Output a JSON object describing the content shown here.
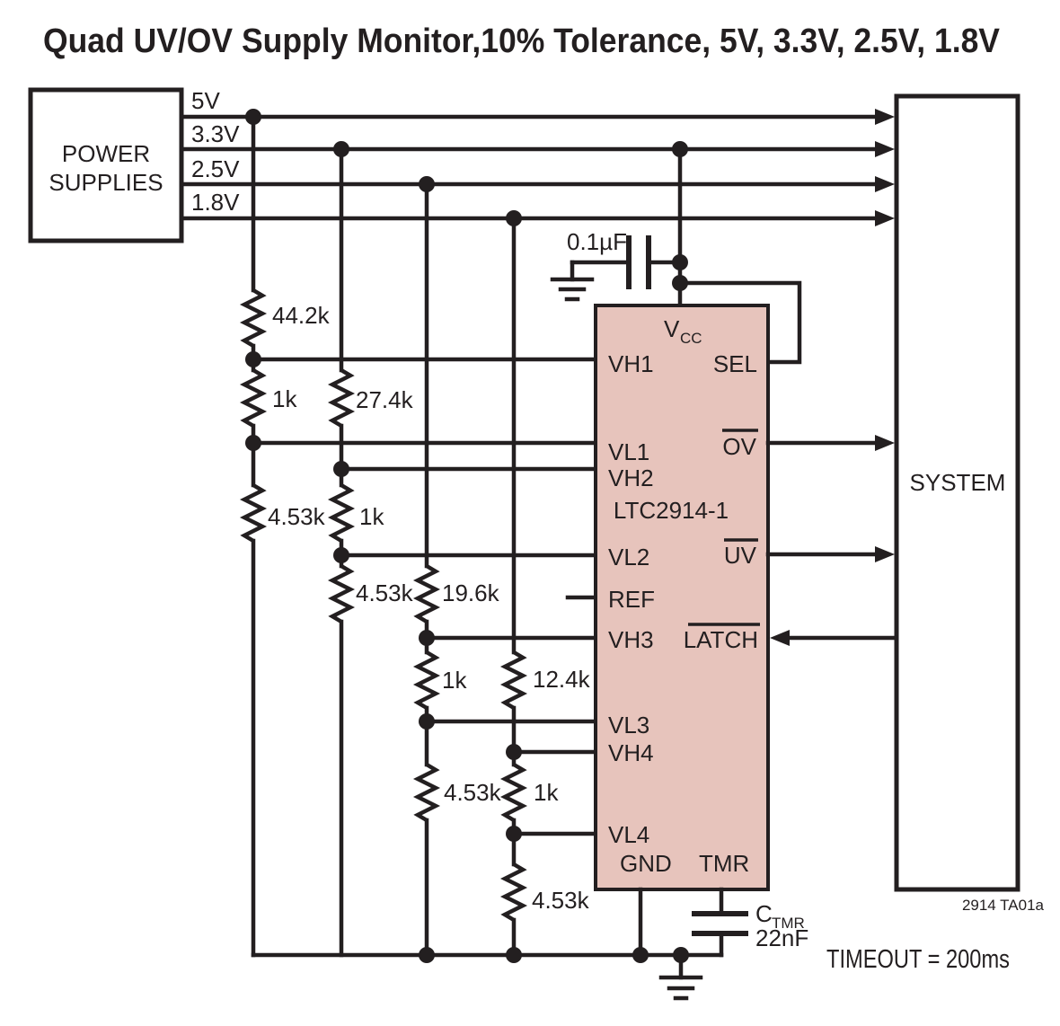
{
  "title": "Quad UV/OV Supply Monitor,10% Tolerance, 5V, 3.3V, 2.5V, 1.8V",
  "power_supplies": {
    "line1": "POWER",
    "line2": "SUPPLIES"
  },
  "rails": [
    {
      "name": "5V"
    },
    {
      "name": "3.3V"
    },
    {
      "name": "2.5V"
    },
    {
      "name": "1.8V"
    }
  ],
  "system": {
    "label": "SYSTEM"
  },
  "ic": {
    "part": "LTC2914-1",
    "vcc": {
      "main": "V",
      "sub": "CC"
    },
    "pins": {
      "vh1": "VH1",
      "vl1": "VL1",
      "vh2": "VH2",
      "vl2": "VL2",
      "ref": "REF",
      "vh3": "VH3",
      "vl3": "VL3",
      "vh4": "VH4",
      "vl4": "VL4",
      "sel": "SEL",
      "ov": "OV",
      "uv": "UV",
      "latch": "LATCH",
      "gnd": "GND",
      "tmr": "TMR"
    }
  },
  "dividers": {
    "d5v": {
      "top": "44.2k",
      "mid": "1k",
      "bot": "4.53k"
    },
    "d3v3": {
      "top": "27.4k",
      "mid": "1k",
      "bot": "4.53k"
    },
    "d2v5": {
      "top": "19.6k",
      "mid": "1k",
      "bot": "4.53k"
    },
    "d1v8": {
      "top": "12.4k",
      "mid": "1k",
      "bot": "4.53k"
    }
  },
  "capacitors": {
    "bypass": "0.1µF",
    "timer": {
      "main": "C",
      "sub": "TMR",
      "value": "22nF"
    }
  },
  "annotations": {
    "timeout": "TIMEOUT = 200ms",
    "figure_id": "2914 TA01a"
  },
  "colors": {
    "ic_fill": "#e7c4bc",
    "line": "#231f20"
  }
}
